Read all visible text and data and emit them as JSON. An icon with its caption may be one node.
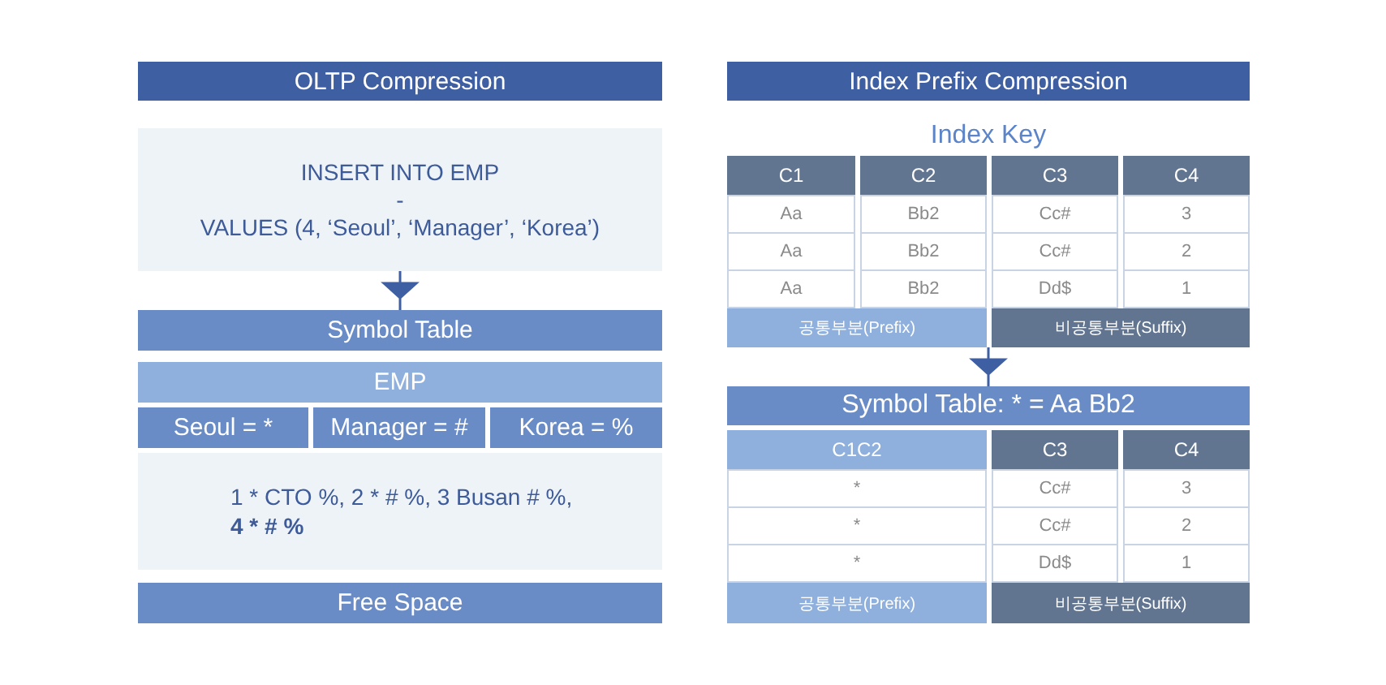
{
  "diagram": {
    "nodes": [
      {
        "text": [
          "OLTP Compression"
        ]
      },
      {
        "text": [
          "INSERT INTO EMP",
          "-",
          "VALUES (4, ‘Seoul’, ‘Manager’, ‘Korea’)"
        ]
      },
      {
        "text": [
          "Symbol Table"
        ]
      },
      {
        "text": [
          "EMP"
        ]
      },
      {
        "text": [
          "Seoul = *"
        ]
      },
      {
        "text": [
          "Manager = #"
        ]
      },
      {
        "text": [
          "Korea = %"
        ]
      },
      {
        "text": [
          "1 * CTO %, 2 * # %, 3 Busan # %,",
          "4 * # %"
        ]
      },
      {
        "text": [
          "Free Space"
        ]
      },
      {
        "text": [
          "Index Prefix Compression"
        ]
      },
      {
        "text": [
          "Index Key"
        ]
      },
      {
        "text": [
          "C1"
        ],
        "in": 10
      },
      {
        "text": [
          "C2"
        ],
        "in": 10
      },
      {
        "text": [
          "C3"
        ],
        "in": 10
      },
      {
        "text": [
          "C4"
        ],
        "in": 10
      },
      {
        "text": [
          "Aa"
        ],
        "in": 10
      },
      {
        "text": [
          "Bb2"
        ],
        "in": 10
      },
      {
        "text": [
          "Cc#"
        ],
        "in": 10
      },
      {
        "text": [
          "3"
        ],
        "in": 10
      },
      {
        "text": [
          "Aa"
        ],
        "in": 10
      },
      {
        "text": [
          "Bb2"
        ],
        "in": 10
      },
      {
        "text": [
          "Cc#"
        ],
        "in": 10
      },
      {
        "text": [
          "2"
        ],
        "in": 10
      },
      {
        "text": [
          "Aa"
        ],
        "in": 10
      },
      {
        "text": [
          "Bb2"
        ],
        "in": 10
      },
      {
        "text": [
          "Dd$"
        ],
        "in": 10
      },
      {
        "text": [
          "1"
        ],
        "in": 10
      },
      {
        "text": [
          "공통부분(Prefix)"
        ],
        "in": 10
      },
      {
        "text": [
          "비공통부분(Suffix)"
        ],
        "in": 10
      },
      {
        "text": [
          "Symbol Table: * = Aa Bb2"
        ]
      },
      {
        "text": [
          "C1C2"
        ]
      },
      {
        "text": [
          "C3"
        ]
      },
      {
        "text": [
          "C4"
        ]
      },
      {
        "text": [
          "*"
        ]
      },
      {
        "text": [
          "Cc#"
        ]
      },
      {
        "text": [
          "3"
        ]
      },
      {
        "text": [
          "*"
        ]
      },
      {
        "text": [
          "Cc#"
        ]
      },
      {
        "text": [
          "2"
        ]
      },
      {
        "text": [
          "*"
        ]
      },
      {
        "text": [
          "Dd$"
        ]
      },
      {
        "text": [
          "1"
        ]
      },
      {
        "text": [
          "공통부분(Prefix)"
        ]
      },
      {
        "text": [
          "비공통부분(Suffix)"
        ]
      }
    ],
    "edges": [
      {
        "from": 1,
        "to": 2,
        "arrow": "to"
      },
      {
        "from": 10,
        "to": 29,
        "arrow": "to"
      }
    ]
  }
}
